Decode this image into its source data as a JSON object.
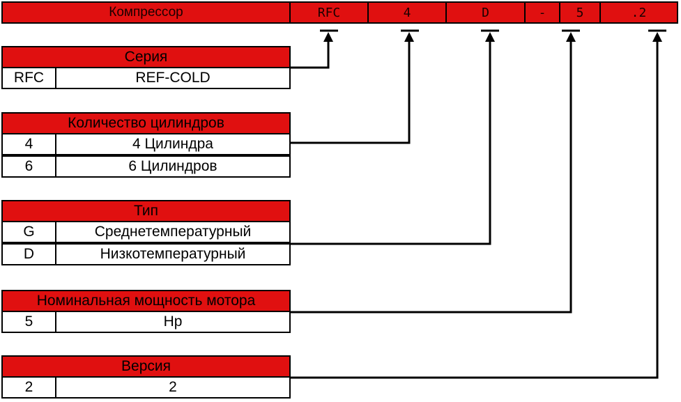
{
  "code_bar": {
    "title": "Компрессор",
    "parts": [
      "RFC",
      "4",
      "D",
      "-",
      "5",
      ".2"
    ]
  },
  "groups": [
    {
      "title": "Серия",
      "rows": [
        {
          "code": "RFC",
          "desc": "REF-COLD"
        }
      ]
    },
    {
      "title": "Количество цилиндров",
      "rows": [
        {
          "code": "4",
          "desc": "4 Цилиндра"
        },
        {
          "code": "6",
          "desc": "6 Цилиндров"
        }
      ]
    },
    {
      "title": "Тип",
      "rows": [
        {
          "code": "G",
          "desc": "Среднетемпературный"
        },
        {
          "code": "D",
          "desc": "Низкотемпературный"
        }
      ]
    },
    {
      "title": "Номинальная мощность мотора",
      "rows": [
        {
          "code": "5",
          "desc": "Hp"
        }
      ]
    },
    {
      "title": "Версия",
      "rows": [
        {
          "code": "2",
          "desc": "2"
        }
      ]
    }
  ],
  "colors": {
    "header": "#e01010",
    "border": "#000000",
    "background": "#ffffff"
  }
}
